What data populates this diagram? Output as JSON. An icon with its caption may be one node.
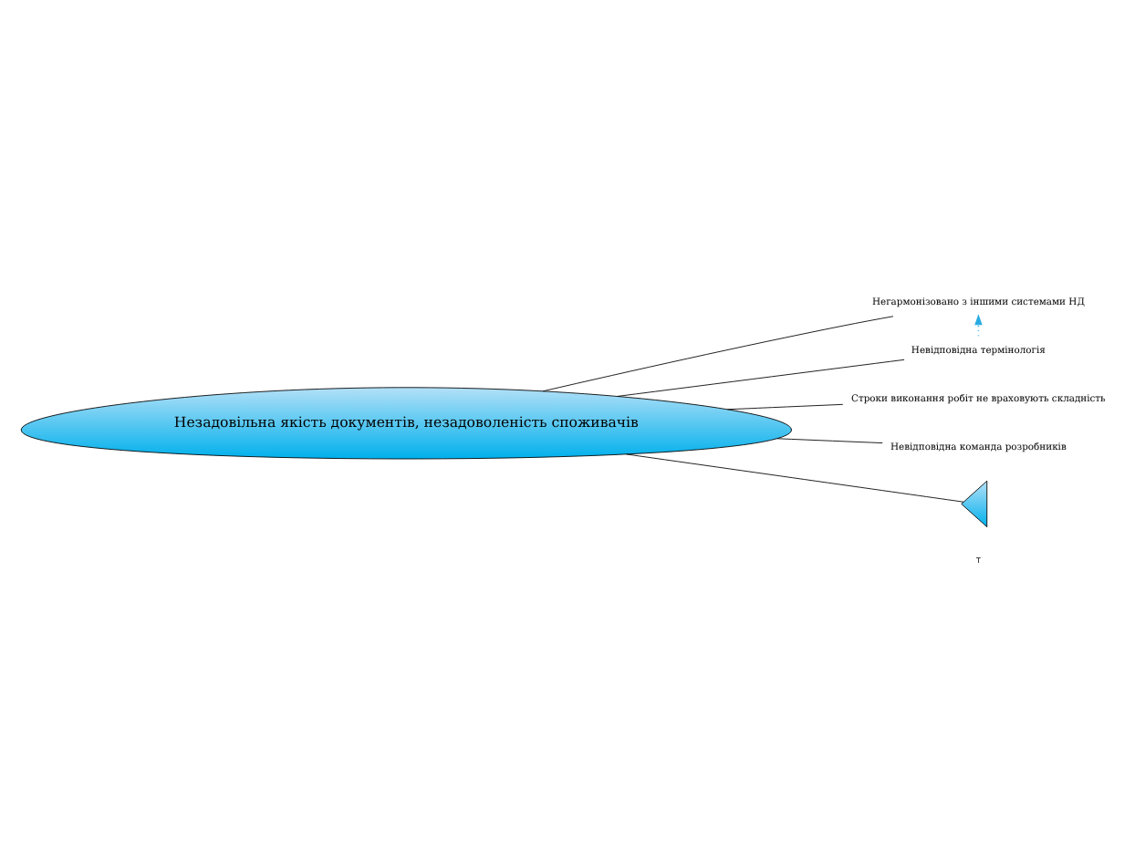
{
  "diagram": {
    "nodes": [
      {
        "text": [
          "Незадовільна якість документів, незадоволеність споживачів"
        ]
      },
      {
        "text": [
          "Негармонізовано з іншими системами НД"
        ]
      },
      {
        "text": [
          "Строки виконання робіт не враховують складність"
        ]
      },
      {
        "text": [
          "Невідповідна термінологія"
        ]
      },
      {
        "text": [
          "Невідповідна команда розробників"
        ]
      },
      {
        "text": [],
        "shape": "triangle"
      }
    ],
    "edges": [
      {
        "from": 5,
        "to": 0,
        "arrow": "none"
      },
      {
        "from": 1,
        "to": 0,
        "arrow": "none"
      },
      {
        "from": 2,
        "to": 0,
        "arrow": "none"
      },
      {
        "from": 3,
        "to": 0,
        "arrow": "none"
      },
      {
        "from": 4,
        "to": 0,
        "arrow": "none"
      },
      {
        "from": 3,
        "to": 1,
        "arrow": "to",
        "style": "dashed",
        "color": "#29abe2"
      }
    ],
    "labels": [
      "T"
    ]
  }
}
